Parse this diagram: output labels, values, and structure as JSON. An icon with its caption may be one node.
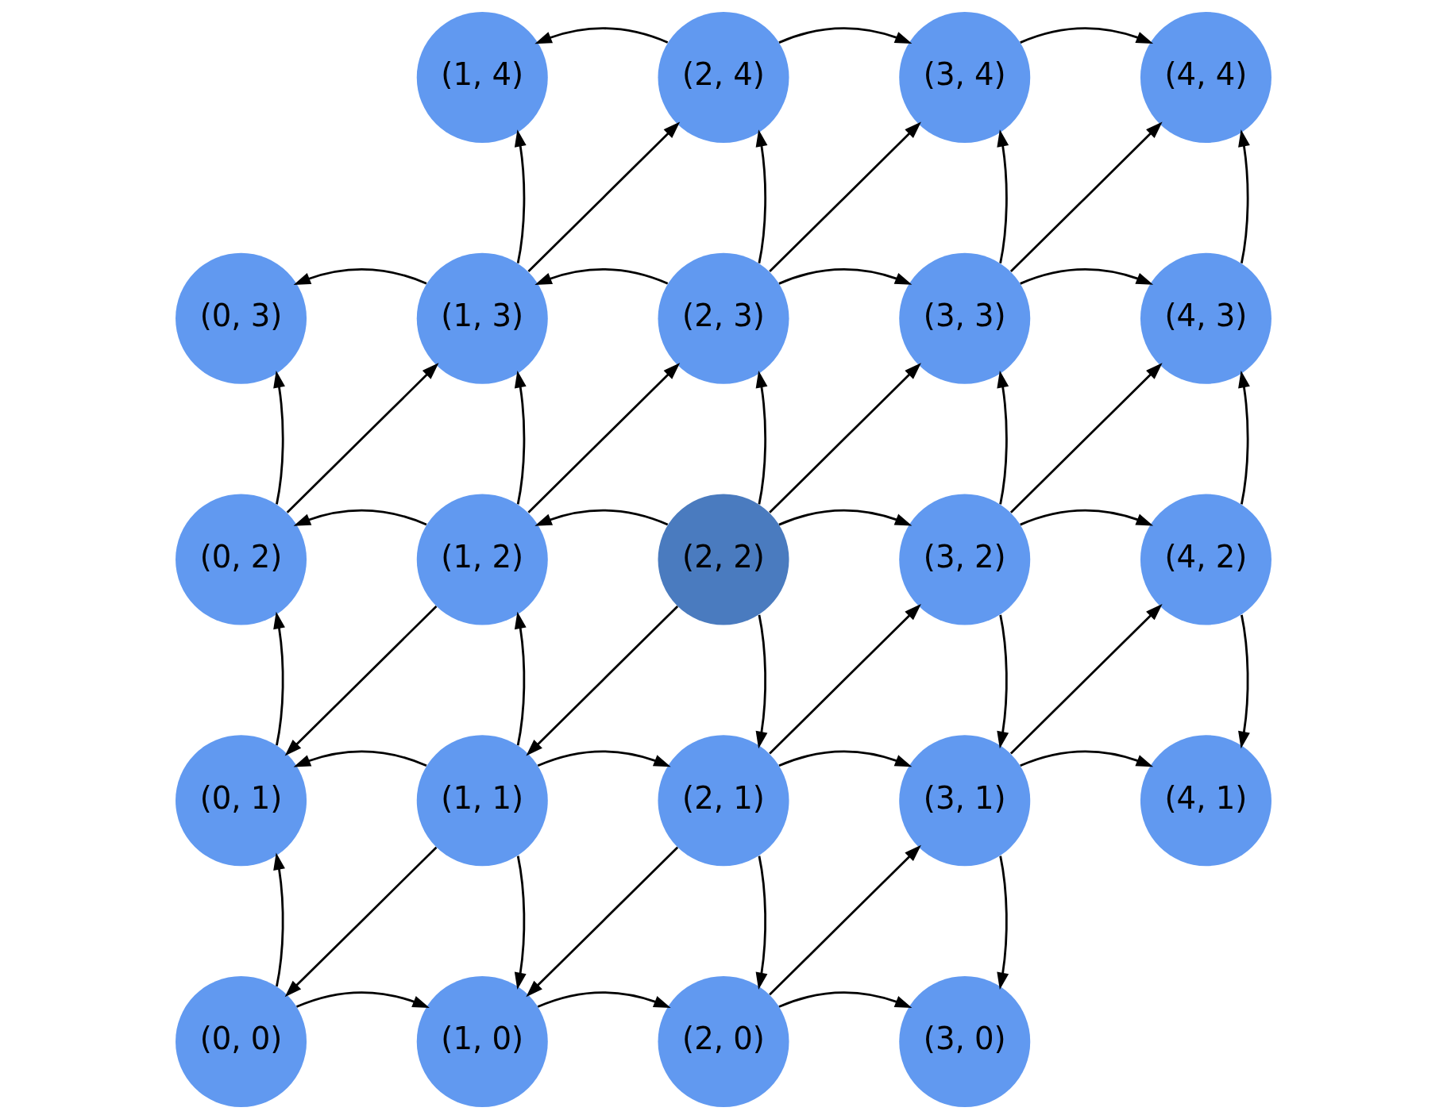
{
  "diagram": {
    "nodes": [
      {
        "text": [
          "(1, 4)"
        ]
      },
      {
        "text": [
          "(2, 4)"
        ]
      },
      {
        "text": [
          "(3, 4)"
        ]
      },
      {
        "text": [
          "(4, 4)"
        ]
      },
      {
        "text": [
          "(0, 3)"
        ]
      },
      {
        "text": [
          "(1, 3)"
        ]
      },
      {
        "text": [
          "(2, 3)"
        ]
      },
      {
        "text": [
          "(3, 3)"
        ]
      },
      {
        "text": [
          "(4, 3)"
        ]
      },
      {
        "text": [
          "(0, 2)"
        ]
      },
      {
        "text": [
          "(1, 2)"
        ]
      },
      {
        "text": [
          "(2, 2)"
        ]
      },
      {
        "text": [
          "(3, 2)"
        ]
      },
      {
        "text": [
          "(4, 2)"
        ]
      },
      {
        "text": [
          "(0, 1)"
        ]
      },
      {
        "text": [
          "(1, 1)"
        ]
      },
      {
        "text": [
          "(2, 1)"
        ]
      },
      {
        "text": [
          "(3, 1)"
        ]
      },
      {
        "text": [
          "(4, 1)"
        ]
      },
      {
        "text": [
          "(0, 0)"
        ]
      },
      {
        "text": [
          "(1, 0)"
        ]
      },
      {
        "text": [
          "(2, 0)"
        ]
      },
      {
        "text": [
          "(3, 0)"
        ]
      }
    ],
    "edges": [
      {
        "from": 1,
        "to": 0,
        "arrow": "to"
      },
      {
        "from": 1,
        "to": 2,
        "arrow": "to"
      },
      {
        "from": 2,
        "to": 3,
        "arrow": "to"
      },
      {
        "from": 5,
        "to": 0,
        "arrow": "to"
      },
      {
        "from": 6,
        "to": 1,
        "arrow": "to"
      },
      {
        "from": 7,
        "to": 2,
        "arrow": "to"
      },
      {
        "from": 8,
        "to": 3,
        "arrow": "to"
      },
      {
        "from": 5,
        "to": 1,
        "arrow": "to"
      },
      {
        "from": 6,
        "to": 2,
        "arrow": "to"
      },
      {
        "from": 7,
        "to": 3,
        "arrow": "to"
      },
      {
        "from": 5,
        "to": 4,
        "arrow": "to"
      },
      {
        "from": 6,
        "to": 5,
        "arrow": "to"
      },
      {
        "from": 6,
        "to": 7,
        "arrow": "to"
      },
      {
        "from": 7,
        "to": 8,
        "arrow": "to"
      },
      {
        "from": 9,
        "to": 4,
        "arrow": "to"
      },
      {
        "from": 10,
        "to": 5,
        "arrow": "to"
      },
      {
        "from": 11,
        "to": 6,
        "arrow": "to"
      },
      {
        "from": 12,
        "to": 7,
        "arrow": "to"
      },
      {
        "from": 13,
        "to": 8,
        "arrow": "to"
      },
      {
        "from": 9,
        "to": 5,
        "arrow": "to"
      },
      {
        "from": 10,
        "to": 6,
        "arrow": "to"
      },
      {
        "from": 11,
        "to": 7,
        "arrow": "to"
      },
      {
        "from": 12,
        "to": 8,
        "arrow": "to"
      },
      {
        "from": 10,
        "to": 9,
        "arrow": "to"
      },
      {
        "from": 11,
        "to": 10,
        "arrow": "to"
      },
      {
        "from": 11,
        "to": 12,
        "arrow": "to"
      },
      {
        "from": 12,
        "to": 13,
        "arrow": "to"
      },
      {
        "from": 10,
        "to": 14,
        "arrow": "to"
      },
      {
        "from": 11,
        "to": 15,
        "arrow": "to"
      },
      {
        "from": 16,
        "to": 12,
        "arrow": "to"
      },
      {
        "from": 17,
        "to": 13,
        "arrow": "to"
      },
      {
        "from": 14,
        "to": 9,
        "arrow": "to"
      },
      {
        "from": 15,
        "to": 10,
        "arrow": "to"
      },
      {
        "from": 11,
        "to": 16,
        "arrow": "to"
      },
      {
        "from": 12,
        "to": 17,
        "arrow": "to"
      },
      {
        "from": 13,
        "to": 18,
        "arrow": "to"
      },
      {
        "from": 15,
        "to": 14,
        "arrow": "to"
      },
      {
        "from": 15,
        "to": 16,
        "arrow": "to"
      },
      {
        "from": 16,
        "to": 17,
        "arrow": "to"
      },
      {
        "from": 17,
        "to": 18,
        "arrow": "to"
      },
      {
        "from": 15,
        "to": 19,
        "arrow": "to"
      },
      {
        "from": 16,
        "to": 20,
        "arrow": "to"
      },
      {
        "from": 21,
        "to": 17,
        "arrow": "to"
      },
      {
        "from": 19,
        "to": 14,
        "arrow": "to"
      },
      {
        "from": 15,
        "to": 20,
        "arrow": "to"
      },
      {
        "from": 16,
        "to": 21,
        "arrow": "to"
      },
      {
        "from": 17,
        "to": 22,
        "arrow": "to"
      },
      {
        "from": 19,
        "to": 20,
        "arrow": "to"
      },
      {
        "from": 20,
        "to": 21,
        "arrow": "to"
      },
      {
        "from": 21,
        "to": 22,
        "arrow": "to"
      }
    ]
  }
}
